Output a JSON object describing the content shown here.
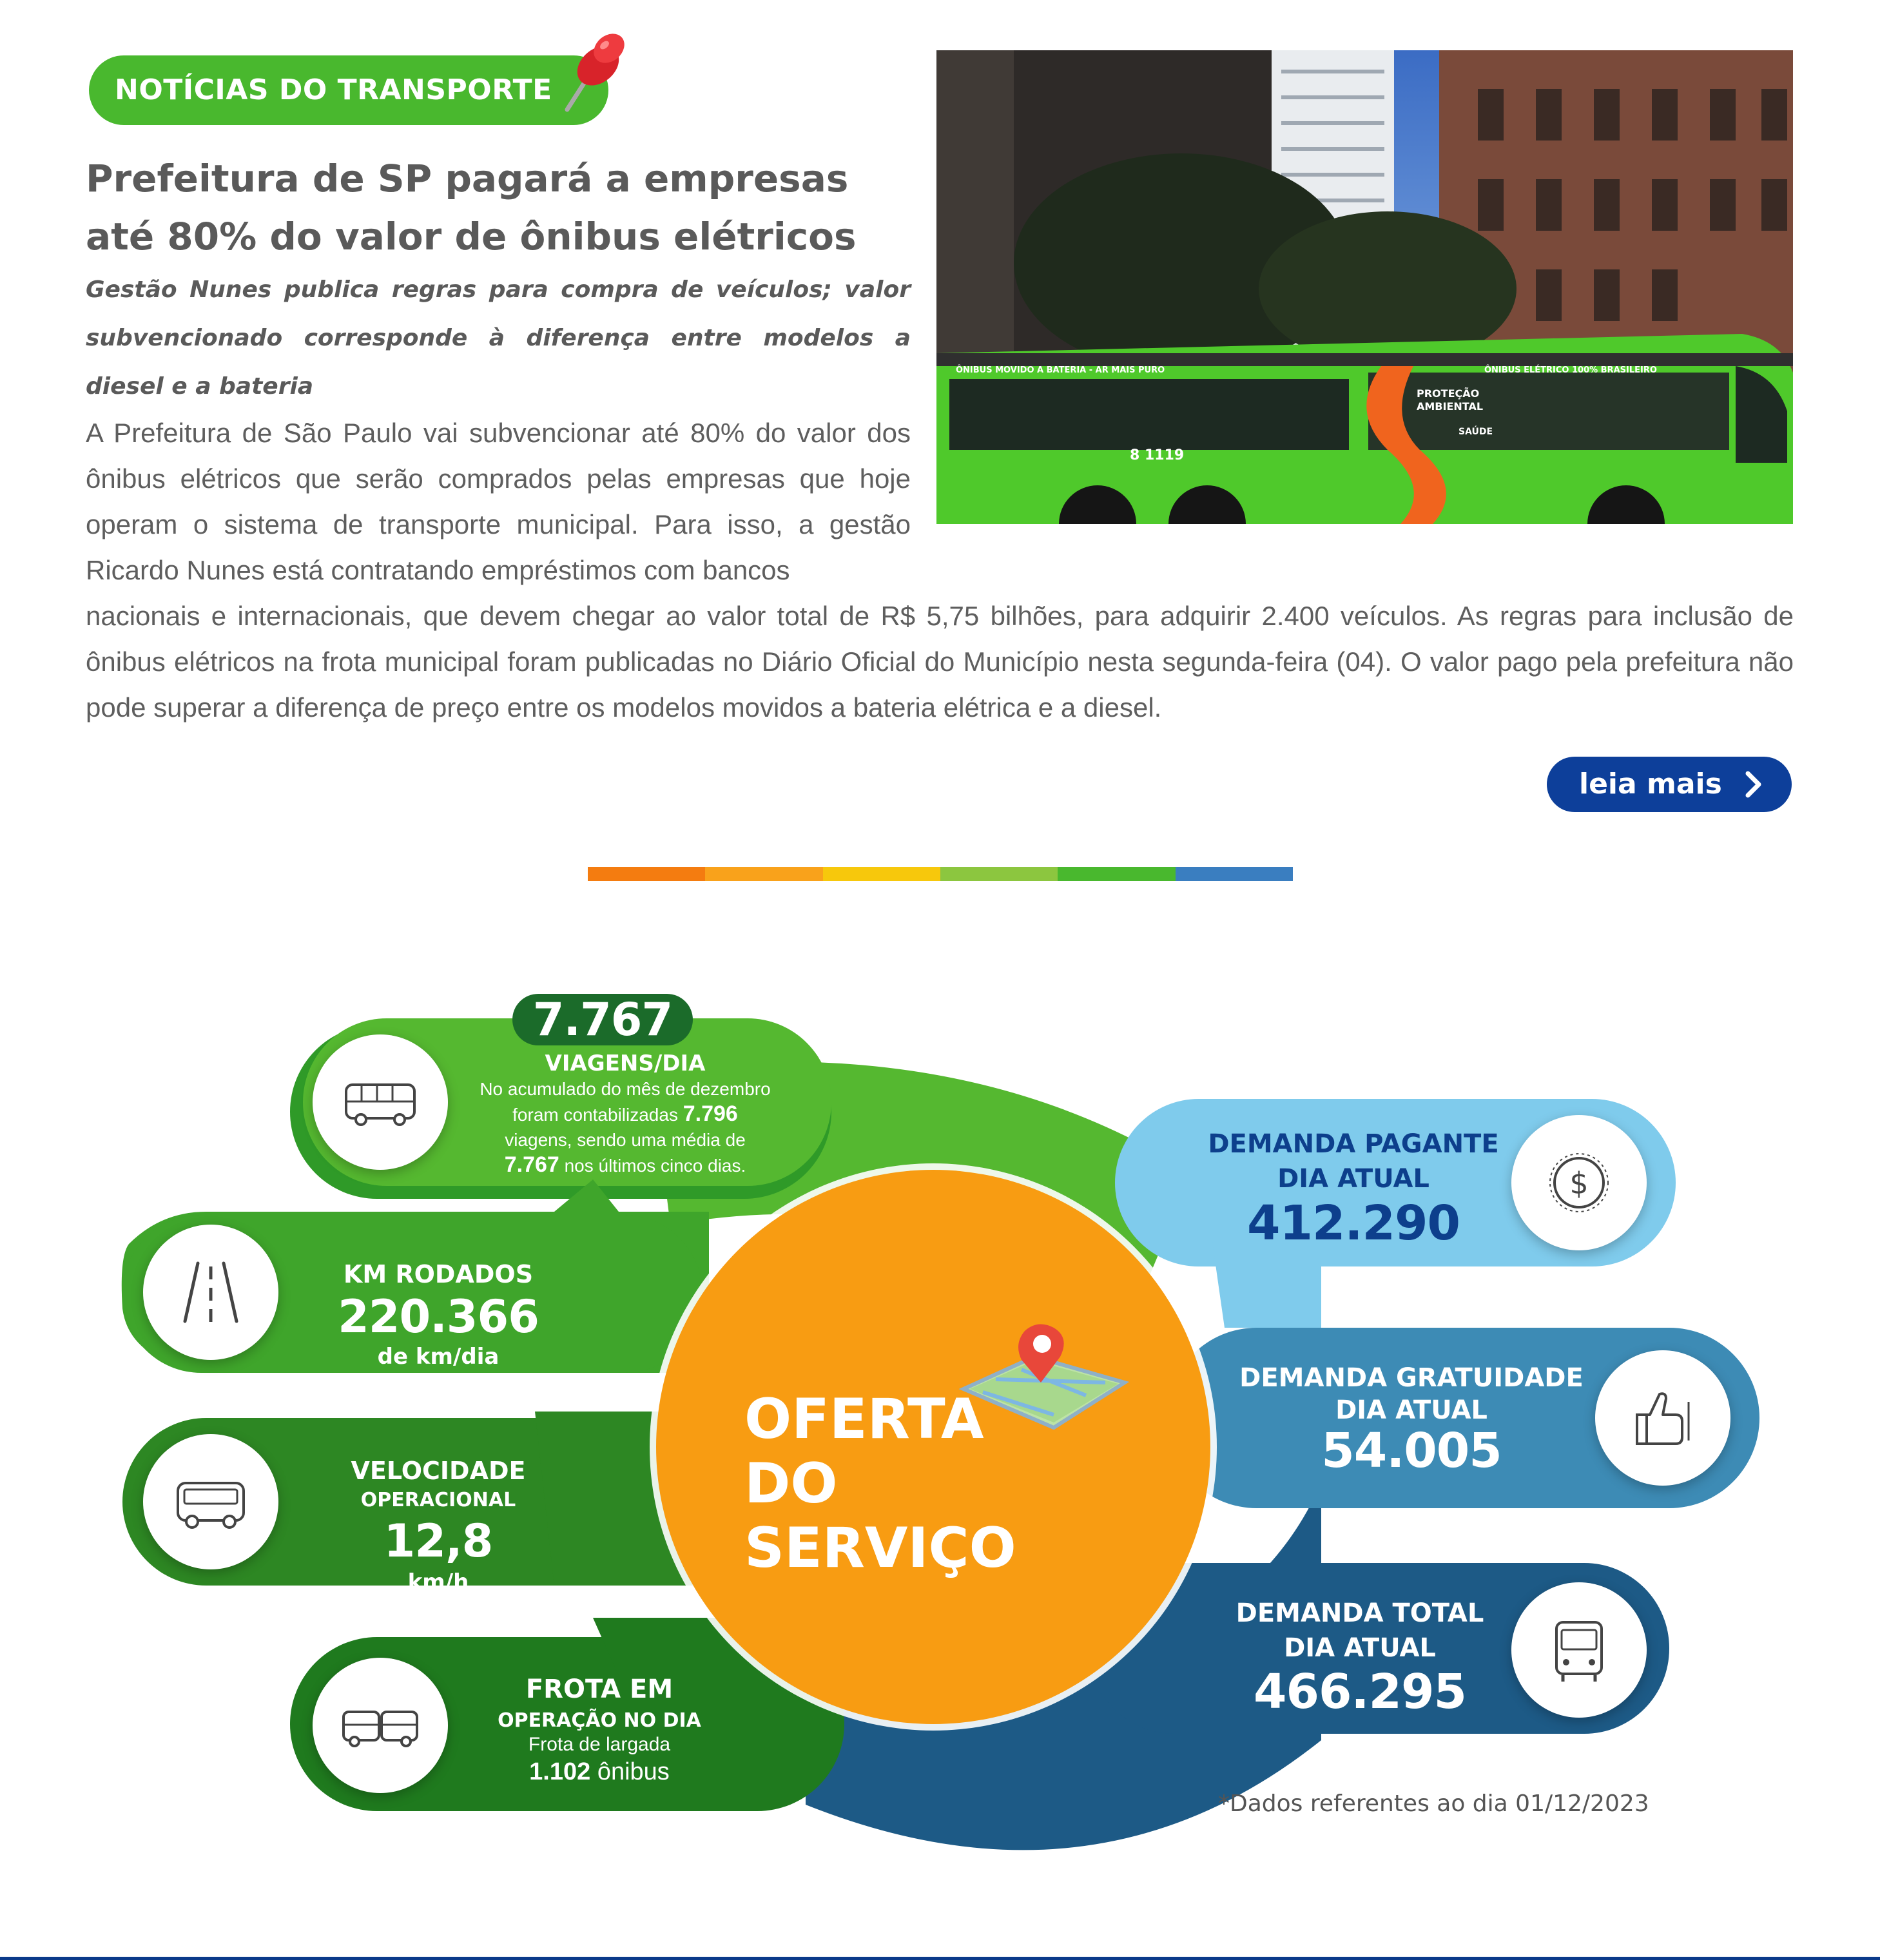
{
  "news": {
    "badge": "NOTÍCIAS DO TRANSPORTE",
    "headline": "Prefeitura de SP pagará a empresas até 80% do valor de ônibus elétricos",
    "subhead": "Gestão Nunes publica regras para compra de veículos; valor subvencionado corresponde à diferença entre modelos a diesel e a bateria",
    "body_1": "A Prefeitura de São Paulo vai subvencionar até 80% do valor dos ônibus elétricos que serão comprados pelas empresas que hoje operam o sistema de transporte municipal. Para isso, a gestão Ricardo Nunes está contratando empréstimos com bancos",
    "body_2": "nacionais e internacionais, que devem chegar ao valor total de R$ 5,75 bilhões, para adquirir 2.400 veículos. As regras para inclusão de ônibus elétricos na frota municipal foram publicadas no Diário Oficial do Município nesta segunda-feira (04). O valor pago pela prefeitura não pode superar a diferença de preço entre os modelos movidos a bateria elétrica e a diesel.",
    "read_more": "leia mais",
    "image": {
      "bus_top_left": "ÔNIBUS MOVIDO A BATERIA - AR MAIS PURO",
      "bus_top_right": "ÔNIBUS ELÉTRICO 100% BRASILEIRO",
      "bus_protecao": "PROTEÇÃO",
      "bus_ambiental": "AMBIENTAL",
      "bus_saude": "SAÚDE",
      "bus_number": "8 1119"
    }
  },
  "colors": {
    "bar": [
      "#f47c10",
      "#f9a21b",
      "#f7c80c",
      "#8cc63f",
      "#49b82e",
      "#3a7ec0"
    ],
    "center": "#f89c12",
    "green_light": "#55b830",
    "green_mid": "#3a9a29",
    "green_dark": "#2d8723",
    "green_darkest": "#1f7a1e",
    "blue_light": "#7fcbec",
    "blue_mid": "#3d8bb5",
    "blue_dark": "#1d5a86"
  },
  "center": {
    "line1": "OFERTA",
    "line2": "DO SERVIÇO",
    "icon": "map-pin-icon"
  },
  "viagens": {
    "pill": "7.767",
    "title": "VIAGENS/DIA",
    "l1": "No acumulado do mês de dezembro",
    "l2a": "foram contabilizadas ",
    "l2b": "7.796",
    "l3": "viagens, sendo uma média de",
    "l4a": "7.767",
    "l4b": " nos últimos cinco dias.",
    "icon": "bus-icon"
  },
  "km": {
    "title": "KM RODADOS",
    "value": "220.366",
    "unit": "de km/dia",
    "icon": "road-icon"
  },
  "velocidade": {
    "title1": "VELOCIDADE",
    "title2": "OPERACIONAL",
    "value": "12,8",
    "unit": "km/h",
    "icon": "bus-icon"
  },
  "frota": {
    "title1": "FROTA EM",
    "title2": "OPERAÇÃO NO DIA",
    "l1": "Frota de largada",
    "value": "1.102",
    "unit": " ônibus",
    "icon": "articulated-bus-icon"
  },
  "pagante": {
    "title1": "DEMANDA PAGANTE",
    "title2": "DIA ATUAL",
    "value": "412.290",
    "icon": "dollar-icon"
  },
  "gratuidade": {
    "title1": "DEMANDA GRATUIDADE",
    "title2": "DIA ATUAL",
    "value": "54.005",
    "icon": "thumbs-up-icon"
  },
  "total": {
    "title1": "DEMANDA TOTAL",
    "title2": "DIA ATUAL",
    "value": "466.295",
    "icon": "bus-front-icon"
  },
  "footnote": "*Dados referentes ao dia 01/12/2023"
}
